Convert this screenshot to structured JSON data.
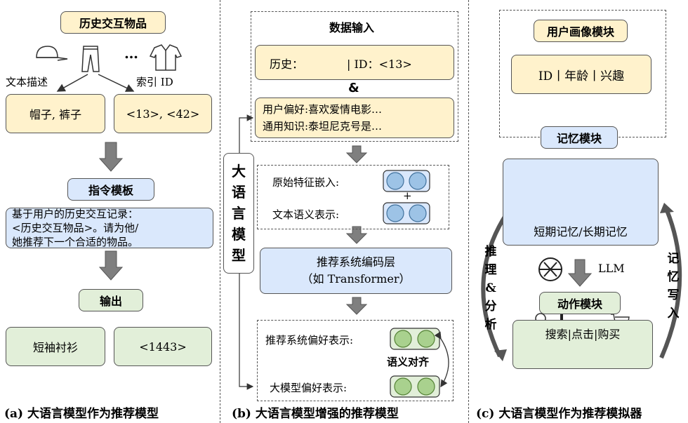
{
  "panel_a": {
    "history_title": "历史交互物品",
    "ellipsis": "…",
    "text_desc_label": "文本描述",
    "index_id_label": "索引 ID",
    "text_items": "帽子, 裤子",
    "id_items": "<13>, <42>",
    "template_title": "指令模板",
    "template_text": [
      "基于用户的历史交互记录：",
      "<历史交互物品>。请为他/",
      "她推荐下一个合适的物品。"
    ],
    "output_title": "输出",
    "output_text": "短袖衬衫",
    "output_id": "<1443>",
    "caption": "(a) 大语言模型作为推荐模型"
  },
  "panel_b": {
    "data_input_title": "数据输入",
    "history_label": "历史：",
    "history_id": "| ID：<13>",
    "ampersand": "&",
    "pref_line1": "用户偏好:喜欢爱情电影…",
    "pref_line2": "通用知识:泰坦尼克号是…",
    "llm_label": [
      "大",
      "语",
      "言",
      "模",
      "型"
    ],
    "raw_embed_label": "原始特征嵌入:",
    "plus": "+",
    "semantic_label": "文本语义表示:",
    "encoder_line1": "推荐系统编码层",
    "encoder_line2": "（如 Transformer）",
    "rec_pref_label": "推荐系统偏好表示:",
    "align_label": "语义对齐",
    "llm_pref_label": "大模型偏好表示:",
    "caption": "(b) 大语言模型增强的推荐模型"
  },
  "panel_c": {
    "profile_title": "用户画像模块",
    "profile_text": "ID丨年龄丨兴趣",
    "memory_title": "记忆模块",
    "memory_text": "短期记忆/长期记忆",
    "reason_label": [
      "推",
      "理",
      "&",
      "分",
      "析"
    ],
    "write_label": [
      "记",
      "忆",
      "写",
      "入"
    ],
    "llm_text": "LLM",
    "action_title": "动作模块",
    "action_text": "搜索|点击|购买",
    "caption": "(c) 大语言模型作为推荐模拟器"
  },
  "colors": {
    "yellow": "#fff2cc",
    "blue": "#dae8fc",
    "green": "#e2efd9",
    "arrow_gray": "#7f7f7f",
    "circle_blue": "#9dc3e6",
    "circle_green": "#a9d18e"
  }
}
